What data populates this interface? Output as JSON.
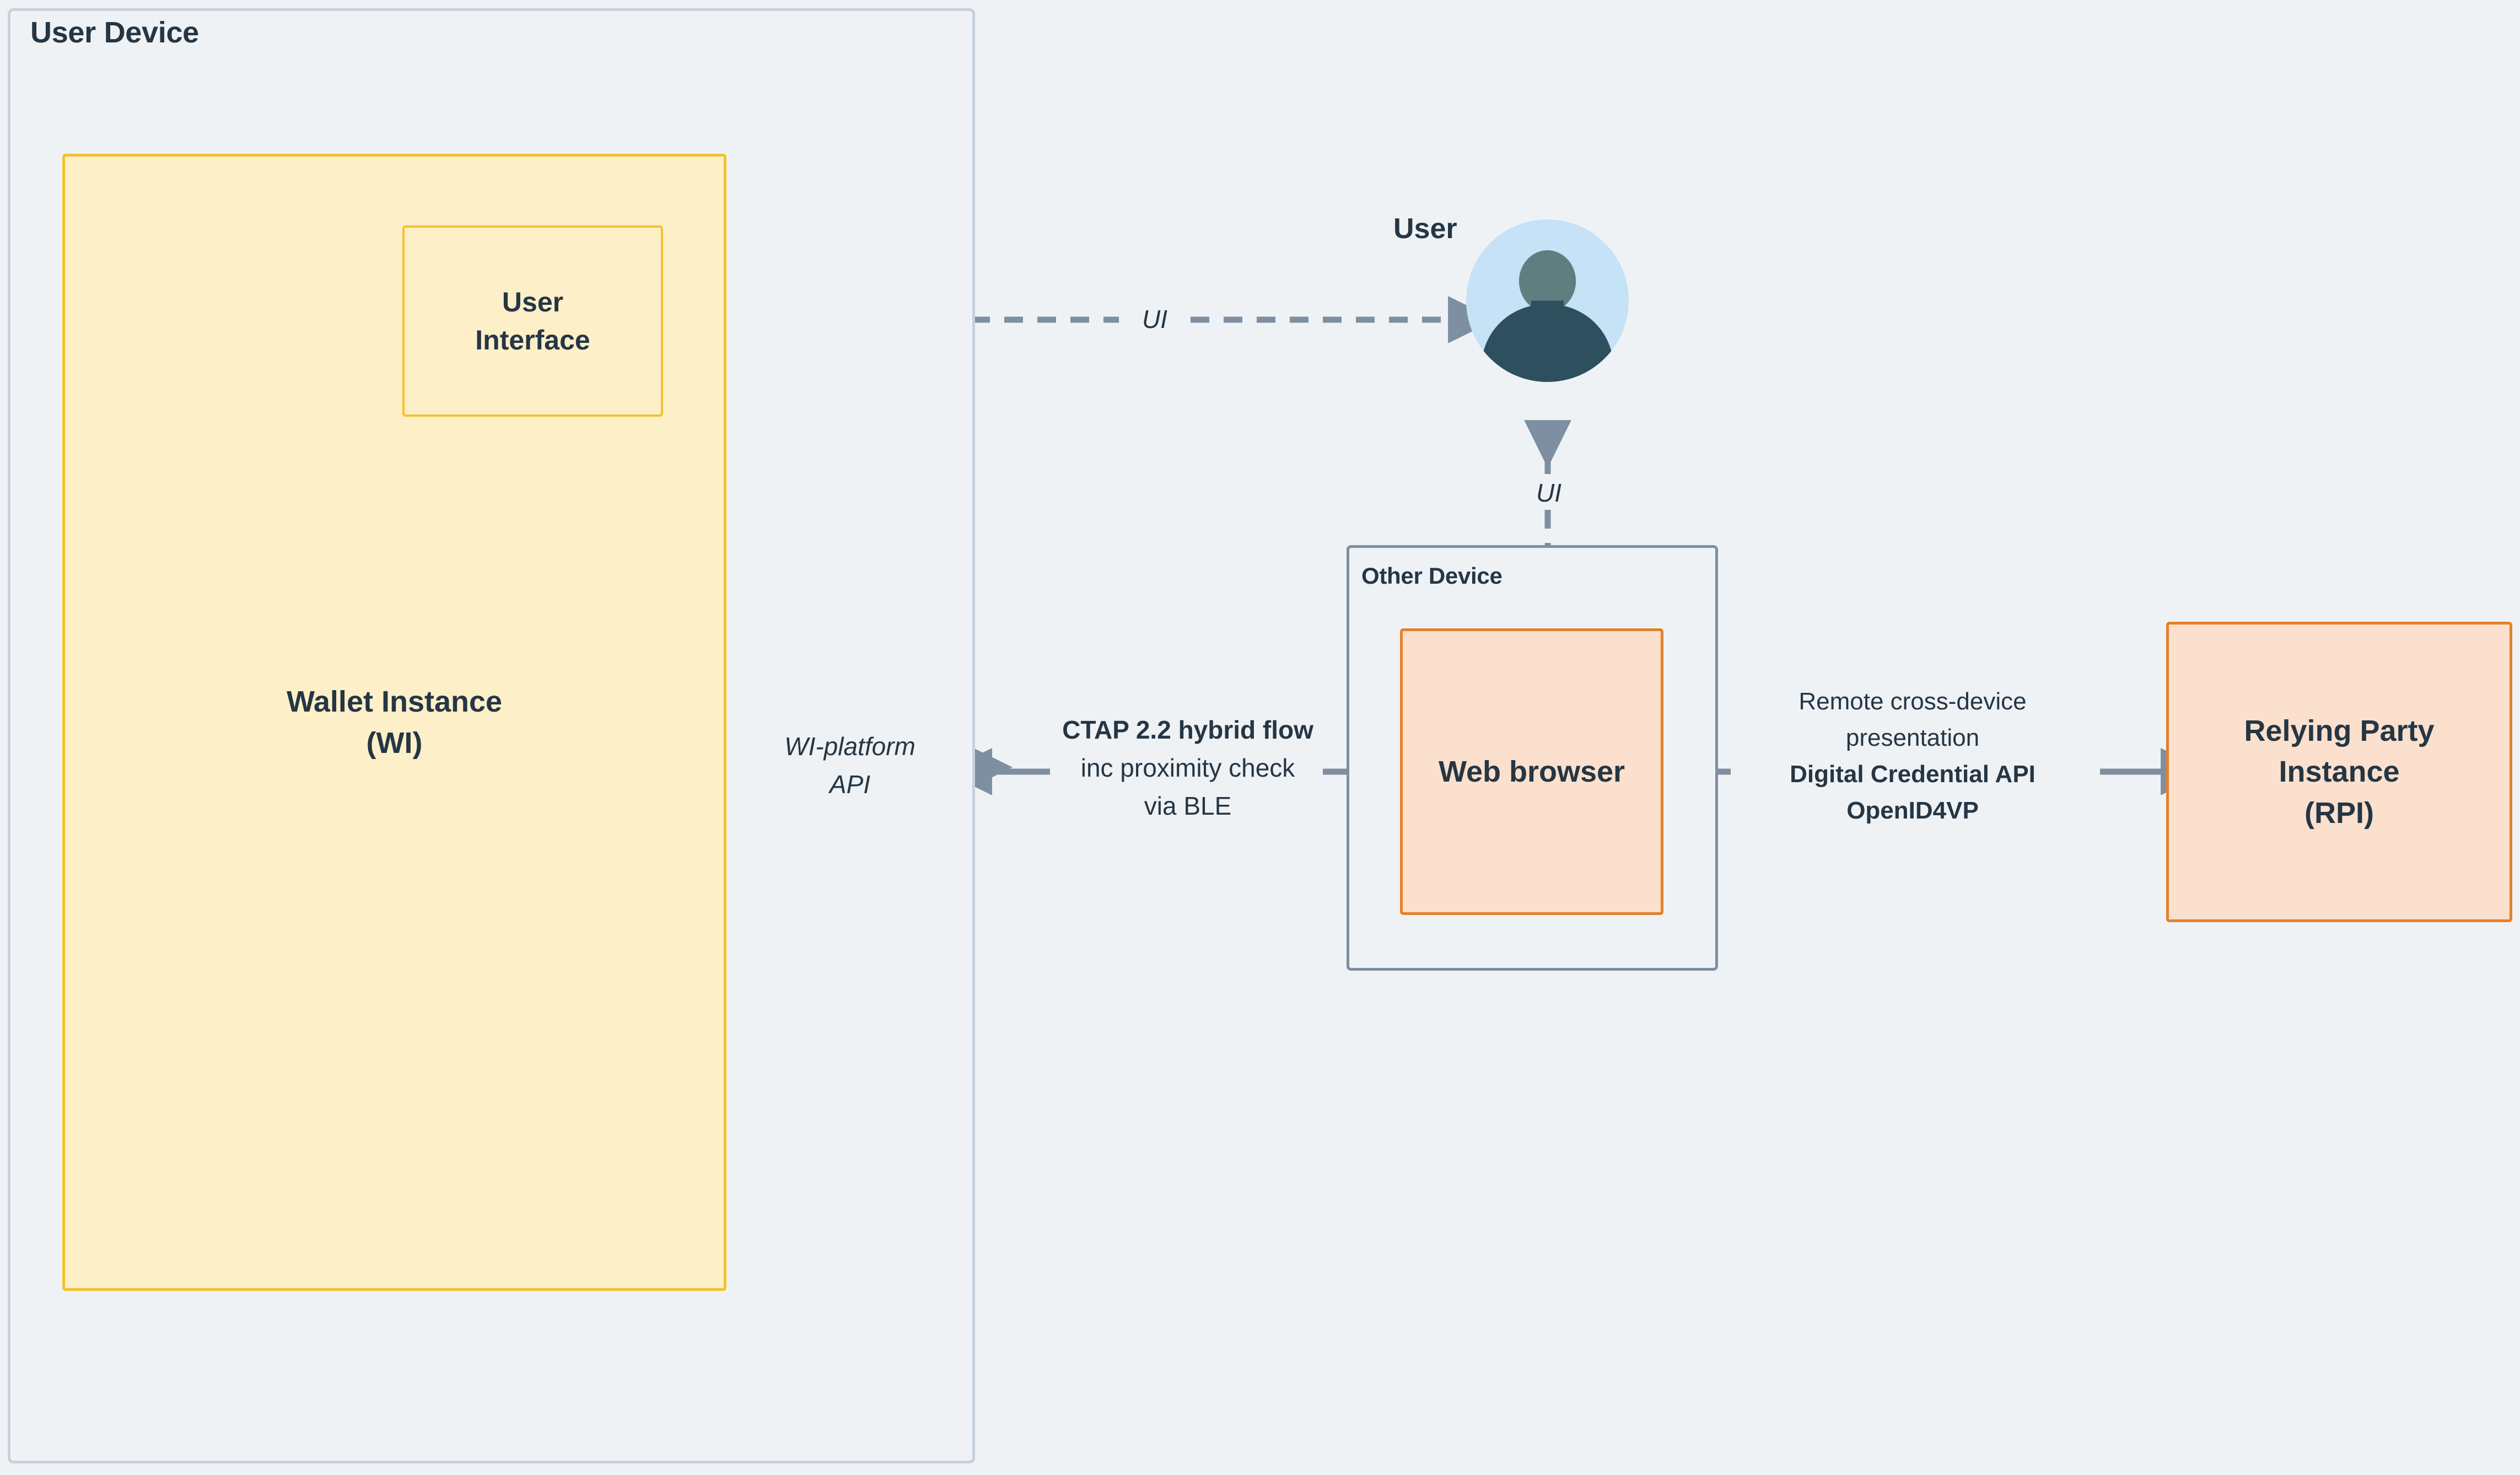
{
  "diagram": {
    "background_color": "#eff2f5",
    "text_color": "#253644",
    "arrow_color": "#7d8fa0"
  },
  "containers": {
    "user_device": {
      "title": "User Device",
      "border_color": "#c6d1dc"
    },
    "other_device": {
      "title": "Other Device",
      "border_color": "#7d8fa0"
    }
  },
  "nodes": {
    "wallet_instance": {
      "line1": "Wallet Instance",
      "line2": "(WI)",
      "fill": "#fdf0c9",
      "border": "#f2c12e"
    },
    "user_interface": {
      "line1": "User",
      "line2": "Interface",
      "fill": "#fdf0c9",
      "border": "#f2c12e"
    },
    "web_browser": {
      "line1": "Web browser",
      "fill": "#fae0cd",
      "border": "#e2812b"
    },
    "relying_party": {
      "line1": "Relying Party",
      "line2": "Instance",
      "line3": "(RPI)",
      "fill": "#fae0cd",
      "border": "#e2812b"
    },
    "user_actor": {
      "label": "User",
      "circle_color": "#c5e2f7",
      "head_color": "#607d80",
      "body_color": "#2e4f5e"
    }
  },
  "edges": {
    "ui_user_to_interface": {
      "label": "UI",
      "style": "dashed",
      "direction": "bidirectional"
    },
    "ui_browser_to_user": {
      "label": "UI",
      "style": "dashed",
      "direction": "up"
    },
    "wi_platform_api": {
      "label_line1": "WI-platform",
      "label_line2": "API",
      "style": "dashed",
      "direction": "bidirectional"
    },
    "ctap_hybrid": {
      "label_line1": "CTAP 2.2 hybrid flow",
      "label_line2": "inc proximity check",
      "label_line3": "via BLE",
      "style": "solid",
      "direction": "bidirectional"
    },
    "remote_presentation": {
      "label_line1": "Remote cross-device",
      "label_line2": "presentation",
      "label_line3": "Digital Credential API",
      "label_line4": "OpenID4VP",
      "style": "solid",
      "direction": "bidirectional"
    }
  }
}
